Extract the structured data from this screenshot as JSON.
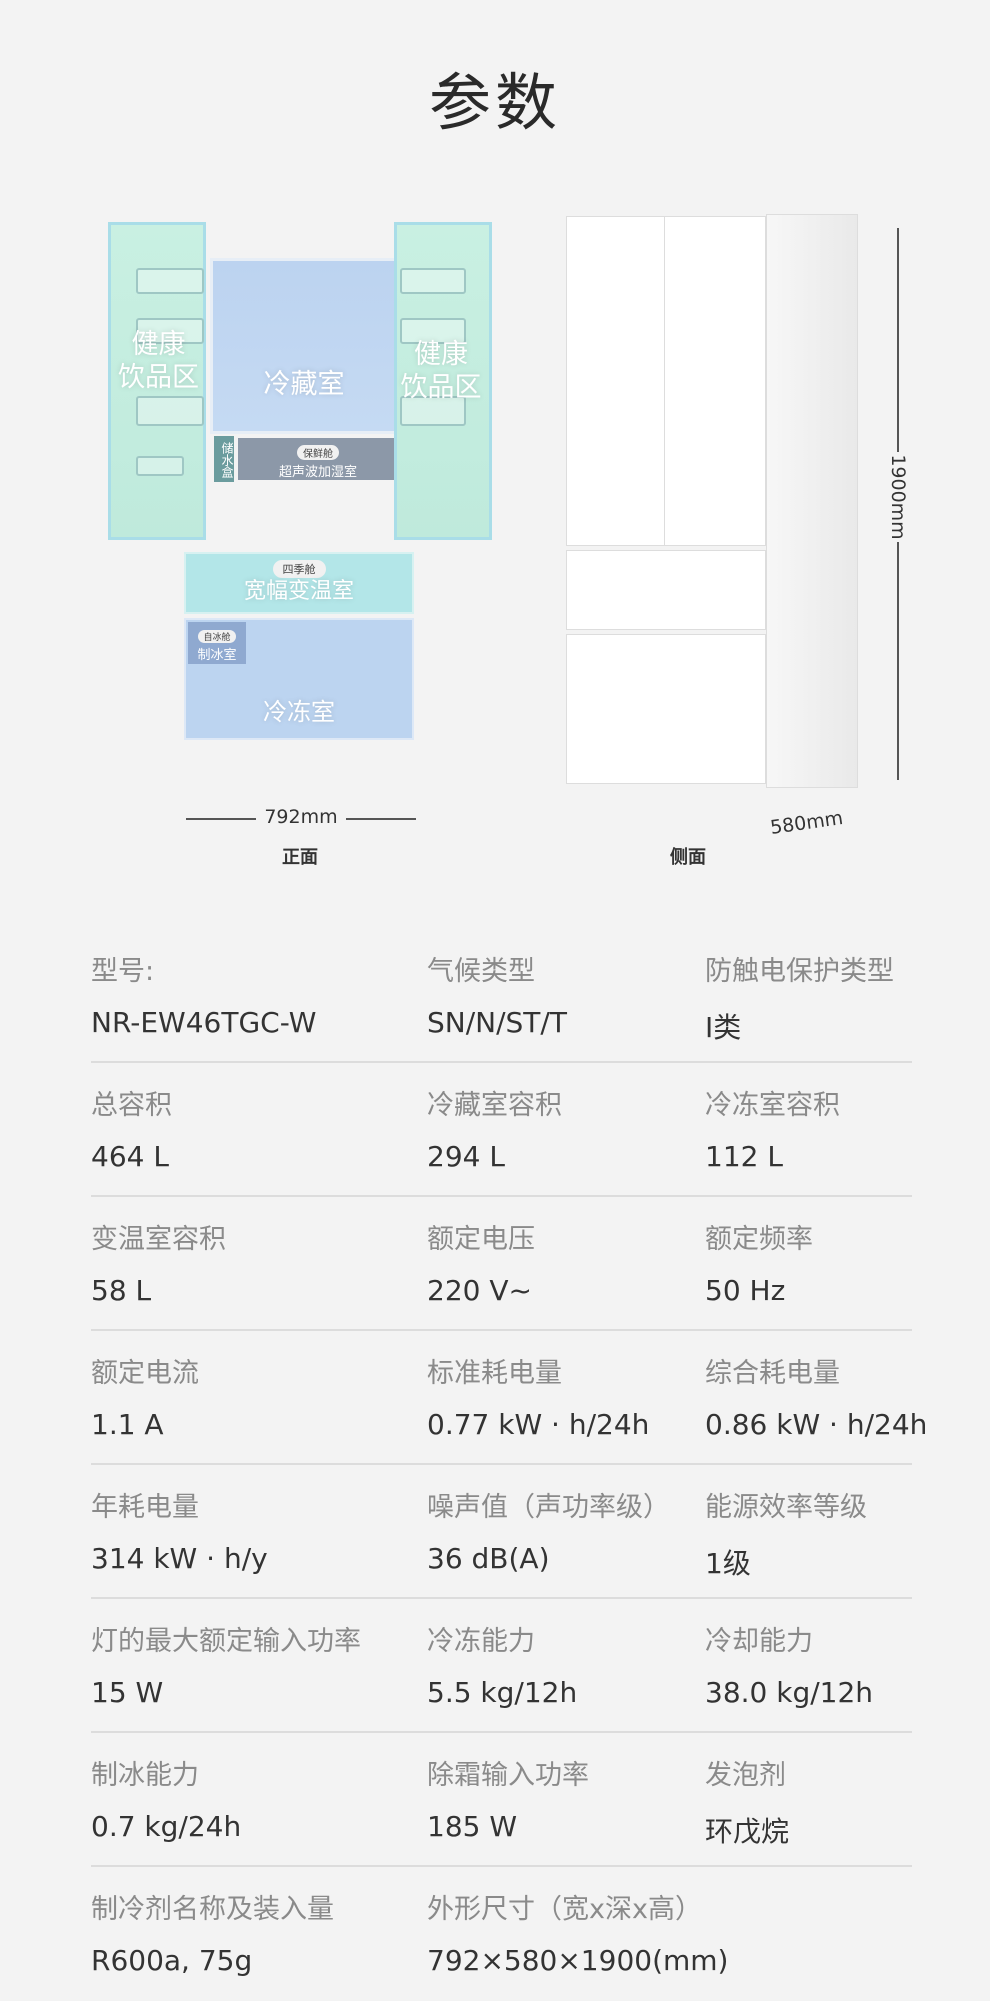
{
  "title": "参数",
  "front": {
    "door_zone": "健康饮品区",
    "door_zone_l1": "健康",
    "door_zone_l2": "饮品区",
    "fridge": "冷藏室",
    "water_box": "储水盒",
    "crisper_tag": "保鲜舱",
    "crisper": "超声波加湿室",
    "convertible_tag": "四季舱",
    "convertible": "宽幅变温室",
    "ice_tag": "自冰舱",
    "ice": "制冰室",
    "freezer": "冷冻室",
    "width": "792mm",
    "caption": "正面"
  },
  "side": {
    "height": "1900mm",
    "depth": "580mm",
    "caption": "侧面"
  },
  "specs": [
    [
      {
        "label": "型号:",
        "value": "NR-EW46TGC-W"
      },
      {
        "label": "气候类型",
        "value": "SN/N/ST/T"
      },
      {
        "label": "防触电保护类型",
        "value": "I类"
      }
    ],
    [
      {
        "label": "总容积",
        "value": "464 L"
      },
      {
        "label": "冷藏室容积",
        "value": "294 L"
      },
      {
        "label": "冷冻室容积",
        "value": "112 L"
      }
    ],
    [
      {
        "label": "变温室容积",
        "value": "58 L"
      },
      {
        "label": "额定电压",
        "value": "220 V~"
      },
      {
        "label": "额定频率",
        "value": "50 Hz"
      }
    ],
    [
      {
        "label": "额定电流",
        "value": "1.1 A"
      },
      {
        "label": "标准耗电量",
        "value": "0.77 kW · h/24h"
      },
      {
        "label": "综合耗电量",
        "value": "0.86 kW · h/24h"
      }
    ],
    [
      {
        "label": "年耗电量",
        "value": "314 kW · h/y"
      },
      {
        "label": "噪声值（声功率级）",
        "value": "36 dB(A)"
      },
      {
        "label": "能源效率等级",
        "value": "1级"
      }
    ],
    [
      {
        "label": "灯的最大额定输入功率",
        "value": "15 W"
      },
      {
        "label": "冷冻能力",
        "value": "5.5 kg/12h"
      },
      {
        "label": "冷却能力",
        "value": "38.0 kg/12h"
      }
    ],
    [
      {
        "label": "制冰能力",
        "value": "0.7 kg/24h"
      },
      {
        "label": "除霜输入功率",
        "value": "185 W"
      },
      {
        "label": "发泡剂",
        "value": "环戊烷"
      }
    ],
    [
      {
        "label": "制冷剂名称及装入量",
        "value": "R600a, 75g"
      },
      {
        "label": "外形尺寸（宽x深x高）",
        "value": "792×580×1900(mm)"
      }
    ]
  ]
}
